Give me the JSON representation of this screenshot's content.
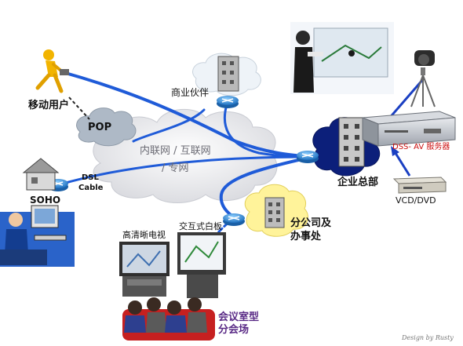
{
  "labels": {
    "mobile_user": "移动用户",
    "pop": "POP",
    "business_partner": "商业伙伴",
    "internet": "内联网 / 互联网",
    "private_net": "/ 专网",
    "soho": "SOHO",
    "dsl": "DSL",
    "cable": "Cable",
    "hq": "企业总部",
    "server": "DSS- AV 服务器",
    "vcd_dvd": "VCD/DVD",
    "branch_line1": "分公司及",
    "branch_line2": "办事处",
    "hdtv": "高清晰电视",
    "whiteboard": "交互式白板",
    "meeting_line1": "会议室型",
    "meeting_line2": "分会场",
    "signature": "Design by Rusty"
  },
  "colors": {
    "link": "#1f5bd8",
    "cloud": "#e9e9ec",
    "cloud_dark": "#9eb0c0",
    "router": "#2e86d6",
    "server_text": "#cc1111",
    "label_text": "#111111",
    "meeting_text": "#5a2b86"
  }
}
